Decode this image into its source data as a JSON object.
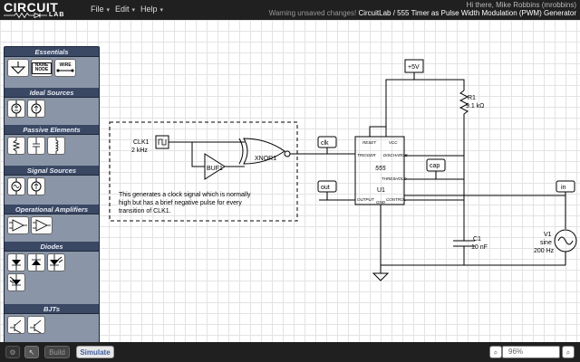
{
  "app": {
    "logo_top": "CIRCUIT",
    "logo_bottom": "LAB",
    "menus": [
      {
        "label": "File"
      },
      {
        "label": "Edit"
      },
      {
        "label": "Help"
      }
    ],
    "user_text": "Hi there, Mike Robbins (mrobbins)",
    "status_warning": "Warning unsaved changes!",
    "doc_path": "CircuitLab / 555 Timer as Pulse Width Modulation (PWM) Generator"
  },
  "parts_panel": {
    "sections": [
      {
        "title": "Essentials",
        "items": [
          {
            "icon": "ground-icon"
          },
          {
            "icon": "name-node-icon",
            "text": "NAME NODE"
          },
          {
            "icon": "wire-icon",
            "text": "WIRE"
          }
        ]
      },
      {
        "title": "Ideal Sources",
        "items": [
          {
            "icon": "voltage-source-icon"
          },
          {
            "icon": "current-source-icon"
          }
        ]
      },
      {
        "title": "Passive Elements",
        "items": [
          {
            "icon": "resistor-icon"
          },
          {
            "icon": "capacitor-icon"
          },
          {
            "icon": "inductor-icon"
          }
        ]
      },
      {
        "title": "Signal Sources",
        "items": [
          {
            "icon": "sine-voltage-source-icon"
          },
          {
            "icon": "sine-current-source-icon"
          }
        ]
      },
      {
        "title": "Operational Amplifiers",
        "items": [
          {
            "icon": "opamp-icon"
          },
          {
            "icon": "opamp-ideal-icon"
          }
        ]
      },
      {
        "title": "Diodes",
        "items": [
          {
            "icon": "diode-icon"
          },
          {
            "icon": "zener-diode-icon"
          },
          {
            "icon": "led-icon"
          },
          {
            "icon": "photodiode-icon"
          }
        ]
      },
      {
        "title": "BJTs",
        "items": [
          {
            "icon": "npn-transistor-icon"
          },
          {
            "icon": "pnp-transistor-icon"
          }
        ]
      }
    ]
  },
  "schematic": {
    "clk": {
      "name": "CLK1",
      "value": "2 kHz"
    },
    "buf": {
      "name": "BUF1"
    },
    "xnor": {
      "name": "XNOR1"
    },
    "note": [
      "This generates a clock signal which is normally",
      "high but has a brief negative pulse for every",
      "transition of CLK1."
    ],
    "nodes": {
      "clk": "clk",
      "out": "out",
      "cap": "cap",
      "in": "in",
      "vcc": "+5V"
    },
    "r1": {
      "name": "R1",
      "value": "9.1 kΩ"
    },
    "c1": {
      "name": "C1",
      "value": "10 nF"
    },
    "v1": {
      "name": "V1",
      "type": "sine",
      "value": "200 Hz"
    },
    "u1": {
      "title": "555",
      "name": "U1",
      "pins": {
        "reset": "RESET",
        "vcc": "VCC",
        "trigger": "TRIGGER",
        "discharge": "DISCHARGE",
        "threshold": "THRESHOLD",
        "output": "OUTPUT",
        "control": "CONTROL",
        "gnd": "GND"
      }
    }
  },
  "toolbar": {
    "build_label": "Build",
    "simulate_label": "Simulate",
    "zoom": "96%"
  }
}
